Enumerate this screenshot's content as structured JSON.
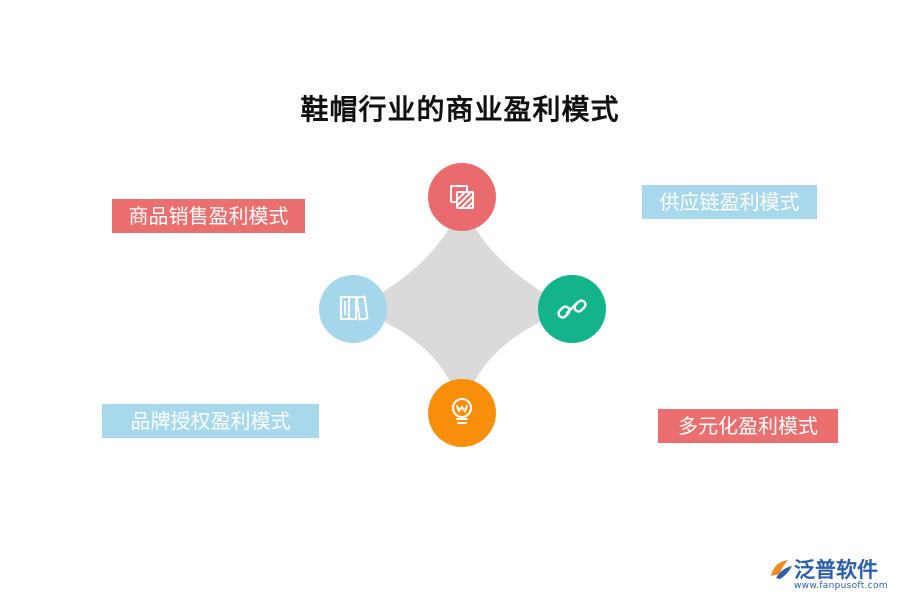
{
  "title": "鞋帽行业的商业盈利模式",
  "labels": {
    "top_left": "商品销售盈利模式",
    "top_right": "供应链盈利模式",
    "bottom_left": "品牌授权盈利模式",
    "bottom_right": "多元化盈利模式"
  },
  "nodes": {
    "top": {
      "icon": "hatched-square-icon",
      "color": "#e96b6d"
    },
    "right": {
      "icon": "chain-link-icon",
      "color": "#14b48a"
    },
    "bottom": {
      "icon": "lightbulb-icon",
      "color": "#f98e0b"
    },
    "left": {
      "icon": "book-columns-icon",
      "color": "#a6d6ec"
    }
  },
  "colors": {
    "label_red": "#ec6f6f",
    "label_blue": "#a8d8ec",
    "star": "#dadada"
  },
  "logo": {
    "name": "泛普软件",
    "url": "www.fanpusoft.com"
  }
}
